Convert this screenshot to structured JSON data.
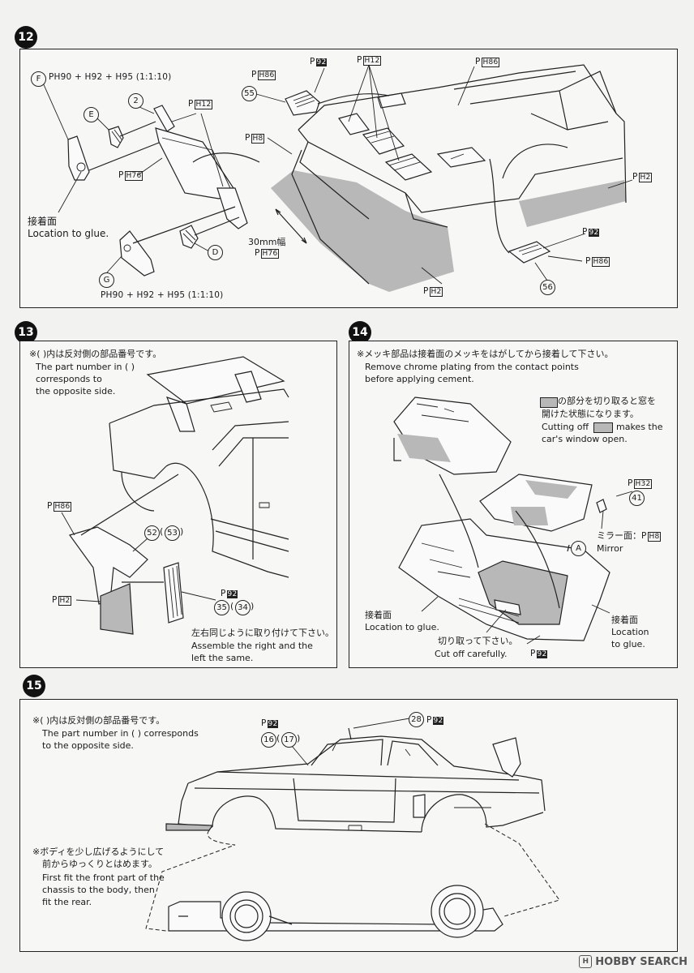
{
  "step12": {
    "number": "12",
    "top_code_prefix": "P",
    "top_code": "H90 + H92 + H95 (1:1:10)",
    "labels": {
      "F": "F",
      "E": "E",
      "D": "D",
      "G": "G",
      "two": "2",
      "p55": "55",
      "p56": "56"
    },
    "codes": {
      "ph12_wing": "H12",
      "ph76_wing": "H76",
      "ph86_scoop": "H86",
      "pc92_top": "92",
      "ph12_vents": "H12",
      "ph86_hood": "H86",
      "ph8": "H8",
      "ph2_side": "H2",
      "pc92_right": "92",
      "ph86_right": "H86",
      "ph76_bottom": "H76",
      "ph2_bottom": "H2",
      "ph_bottom_mix": "H90 + H92 + H95 (1:1:10)"
    },
    "glue_jp": "接着面",
    "glue_en": "Location to glue.",
    "width_label": "30mm幅"
  },
  "step13": {
    "number": "13",
    "note_jp": "※(  )内は反対側の部品番号です。",
    "note_en_1": "The part number in (  )",
    "note_en_2": "corresponds to",
    "note_en_3": "the opposite side.",
    "p52": "52",
    "p53": "53",
    "p35": "35",
    "p34": "34",
    "ph86": "H86",
    "ph2": "H2",
    "pc92": "92",
    "assemble_jp": "左右同じように取り付けて下さい。",
    "assemble_en_1": "Assemble the right and the",
    "assemble_en_2": "left the same."
  },
  "step14": {
    "number": "14",
    "note_jp": "※メッキ部品は接着面のメッキをはがしてから接着して下さい。",
    "note_en_1": "Remove chrome plating from the contact points",
    "note_en_2": "before applying cement.",
    "window_jp_1": "の部分を切り取ると窓を",
    "window_jp_2": "開けた状態になります。",
    "window_en_1": "Cutting off",
    "window_en_2": "makes the",
    "window_en_3": "car's window open.",
    "ph32": "H32",
    "p41": "41",
    "mirror_jp": "ミラー面：",
    "mirror_code": "H8",
    "mirror_en": "Mirror",
    "a_label": "A",
    "glue_jp_left": "接着面",
    "glue_en_left": "Location to glue.",
    "cut_jp": "切り取って下さい。",
    "cut_en": "Cut off carefully.",
    "pc92": "92",
    "glue_jp_right": "接着面",
    "glue_en_right_1": "Location",
    "glue_en_right_2": "to glue."
  },
  "step15": {
    "number": "15",
    "note_jp": "※(  )内は反対側の部品番号です。",
    "note_en_1": "The part number in (  ) corresponds",
    "note_en_2": "to the opposite side.",
    "pc92_left": "92",
    "p16": "16",
    "p17": "17",
    "p28": "28",
    "pc92_right": "92",
    "fit_jp_1": "※ボディを少し広げるようにして",
    "fit_jp_2": "前からゆっくりとはめます。",
    "fit_en_1": "First fit the front part of the",
    "fit_en_2": "chassis to the body, then",
    "fit_en_3": "fit the rear."
  },
  "watermark": "HOBBY SEARCH",
  "watermark_logo": "H"
}
